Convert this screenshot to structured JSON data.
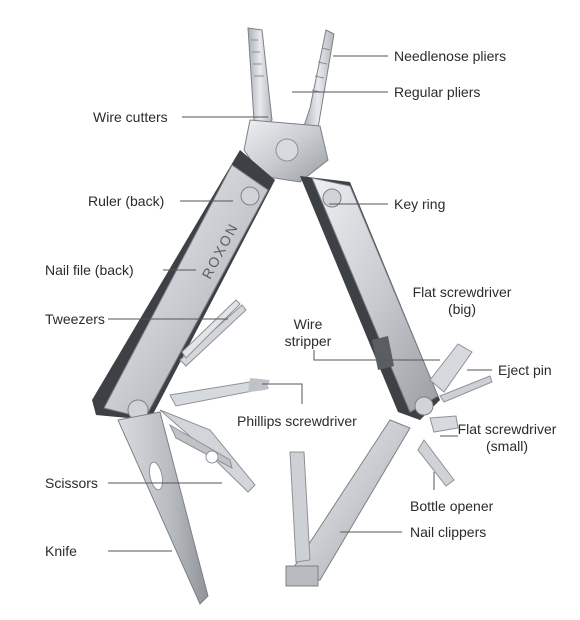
{
  "colors": {
    "steel_light": "#e6e7ea",
    "steel_mid": "#c3c6cb",
    "steel_dark": "#8e9297",
    "shadow": "#3d4045",
    "leader": "#555555",
    "text": "#2b2b2b"
  },
  "brand": "ROXON",
  "labels": {
    "needlenose_pliers": "Needlenose pliers",
    "regular_pliers": "Regular pliers",
    "wire_cutters": "Wire cutters",
    "ruler_back": "Ruler (back)",
    "key_ring": "Key ring",
    "nail_file_back": "Nail file (back)",
    "flat_screwdriver_big_1": "Flat screwdriver",
    "flat_screwdriver_big_2": "(big)",
    "tweezers": "Tweezers",
    "wire_stripper_1": "Wire",
    "wire_stripper_2": "stripper",
    "eject_pin": "Eject pin",
    "phillips_screwdriver": "Phillips screwdriver",
    "flat_screwdriver_small_1": "Flat screwdriver",
    "flat_screwdriver_small_2": "(small)",
    "scissors": "Scissors",
    "bottle_opener": "Bottle opener",
    "nail_clippers": "Nail clippers",
    "knife": "Knife"
  }
}
